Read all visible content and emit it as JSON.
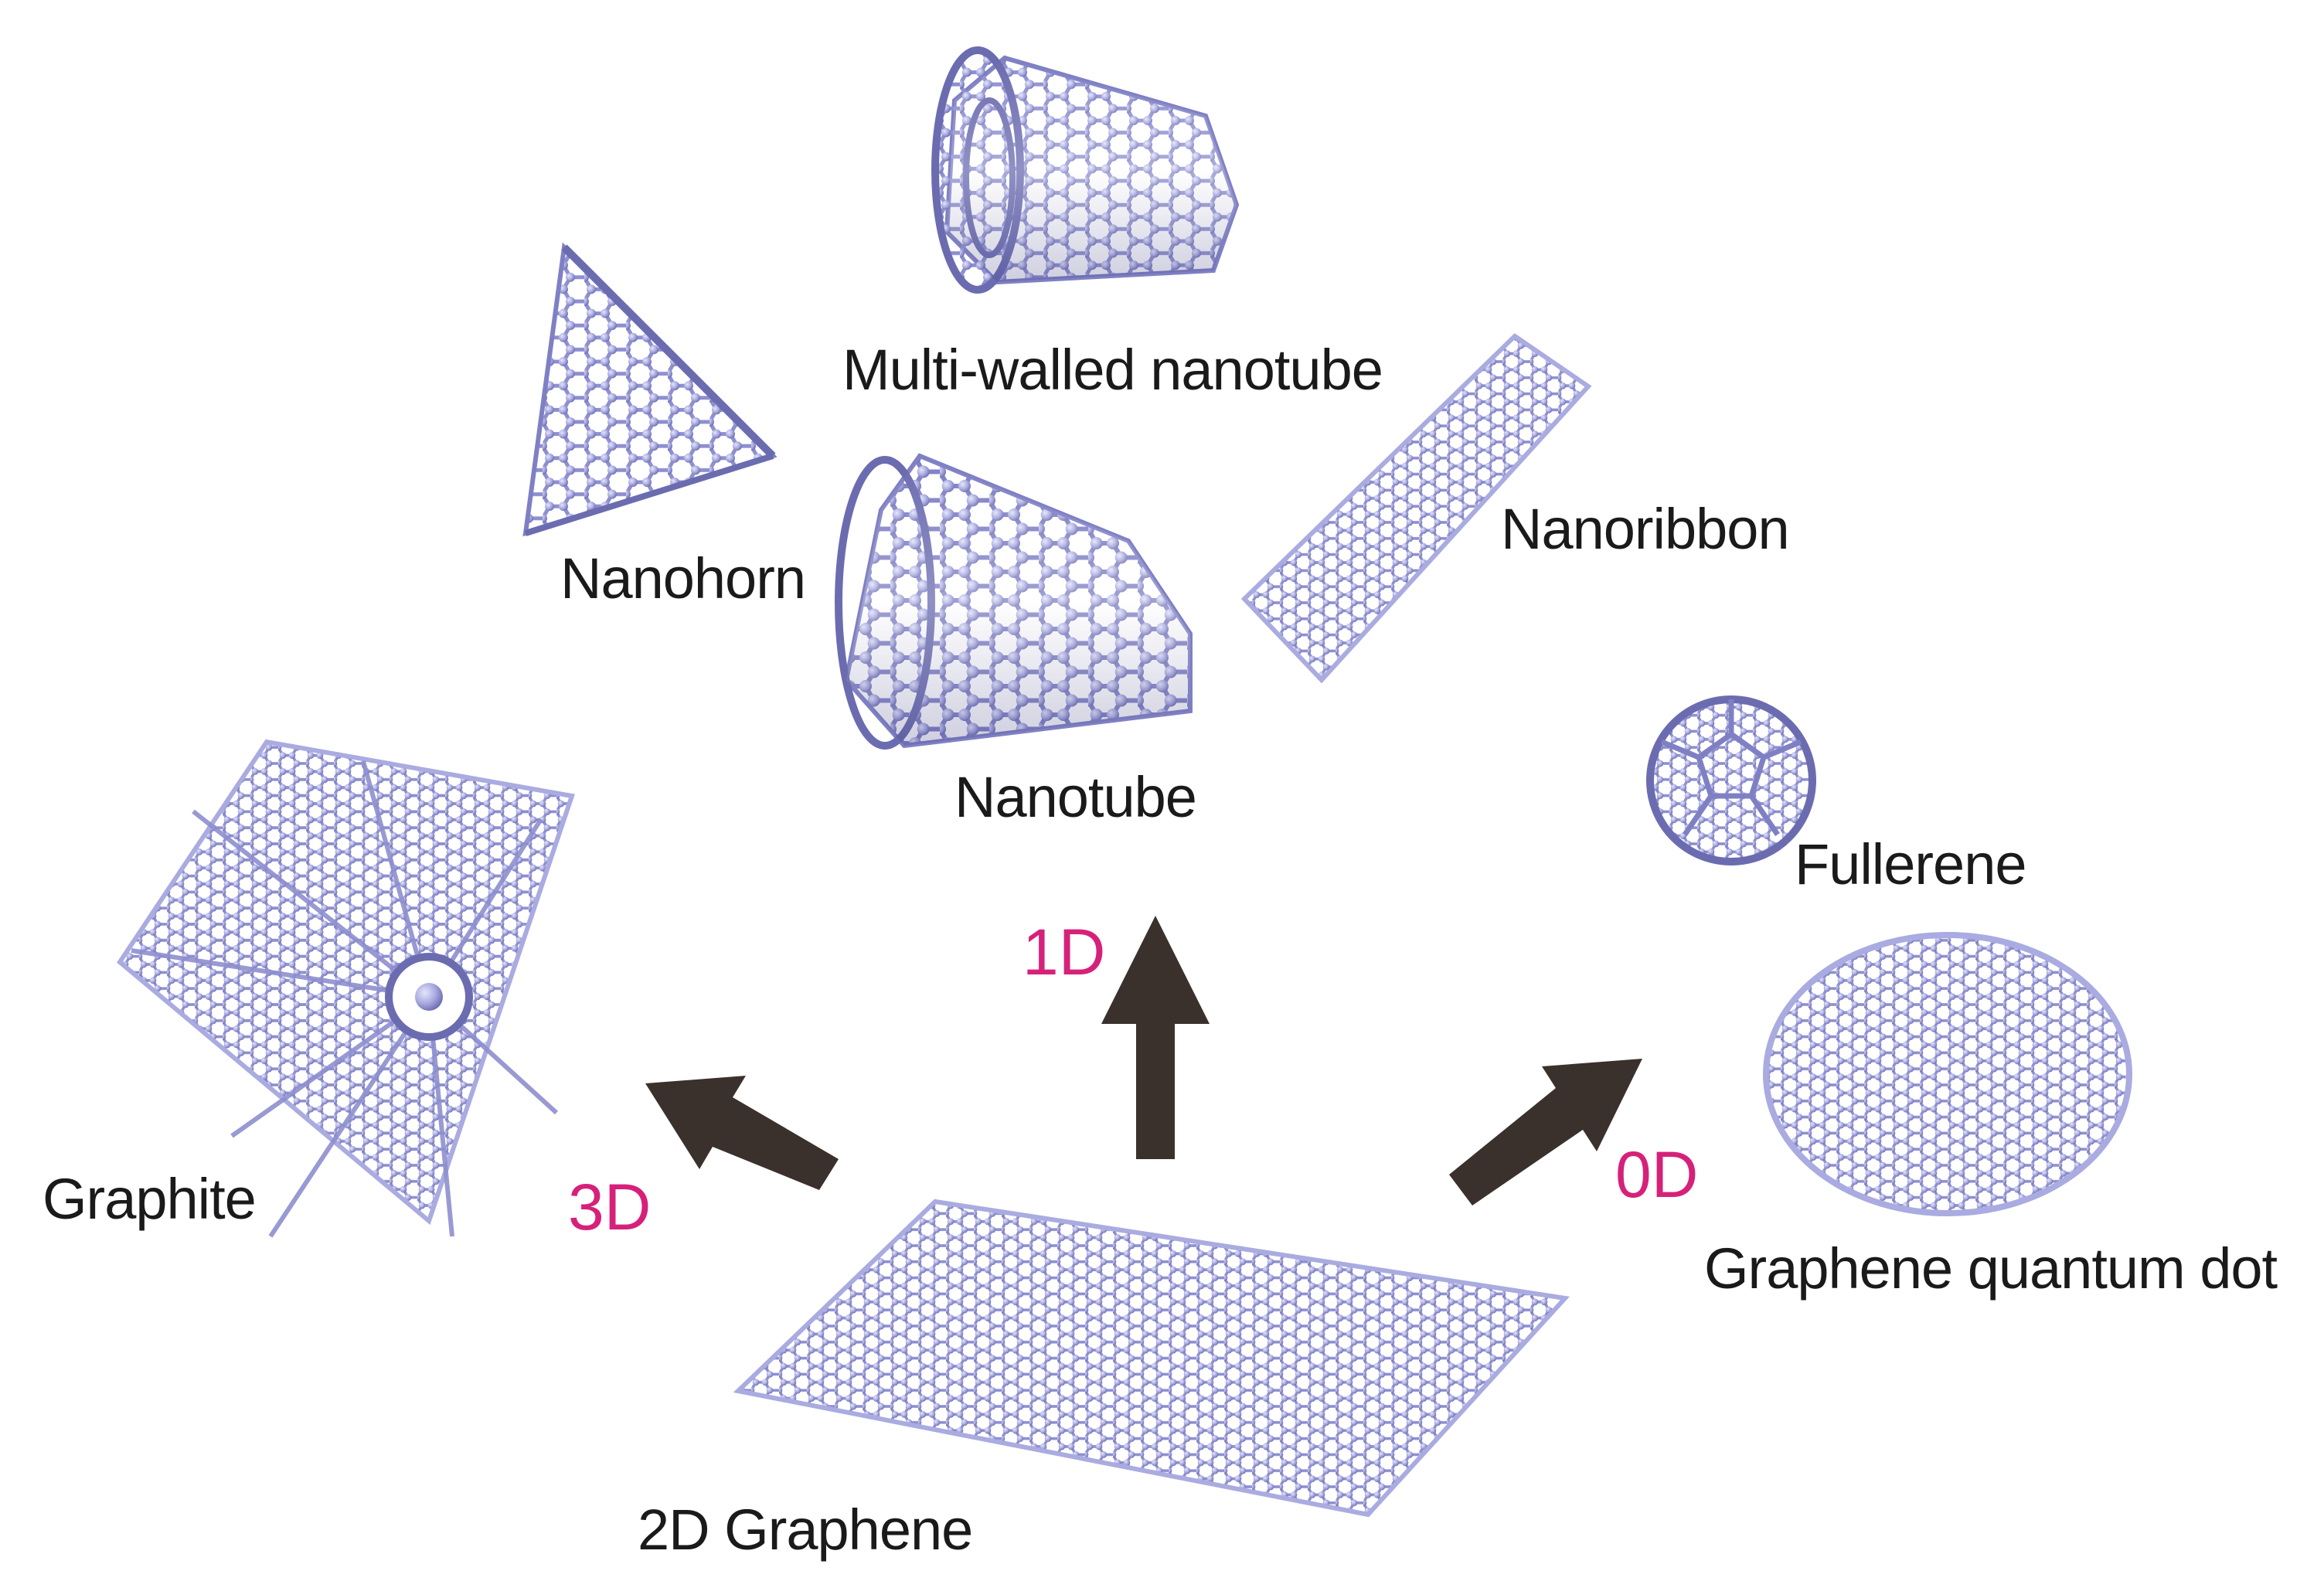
{
  "colors": {
    "atom": "#aaabe0",
    "atom_dark": "#6b6cb0",
    "bond": "#8e8fcf",
    "arrow": "#3a302c",
    "dimension_label": "#d6217a",
    "text": "#1a1a1a",
    "background": "#ffffff"
  },
  "labels": {
    "multi_walled_nanotube": "Multi-walled nanotube",
    "nanohorn": "Nanohorn",
    "nanoribbon": "Nanoribbon",
    "nanotube": "Nanotube",
    "fullerene": "Fullerene",
    "graphite": "Graphite",
    "graphene_quantum_dot": "Graphene quantum dot",
    "graphene_2d": "2D Graphene"
  },
  "dimensions": {
    "d1": "1D",
    "d3": "3D",
    "d0": "0D"
  },
  "structures": [
    {
      "name": "2D Graphene",
      "icon": "graphene-sheet-icon"
    },
    {
      "name": "Graphite",
      "icon": "graphite-stack-icon"
    },
    {
      "name": "Nanohorn",
      "icon": "nanohorn-cone-icon"
    },
    {
      "name": "Multi-walled nanotube",
      "icon": "multi-walled-nanotube-icon"
    },
    {
      "name": "Nanotube",
      "icon": "nanotube-icon"
    },
    {
      "name": "Nanoribbon",
      "icon": "nanoribbon-icon"
    },
    {
      "name": "Fullerene",
      "icon": "fullerene-ball-icon"
    },
    {
      "name": "Graphene quantum dot",
      "icon": "graphene-quantum-dot-icon"
    }
  ]
}
